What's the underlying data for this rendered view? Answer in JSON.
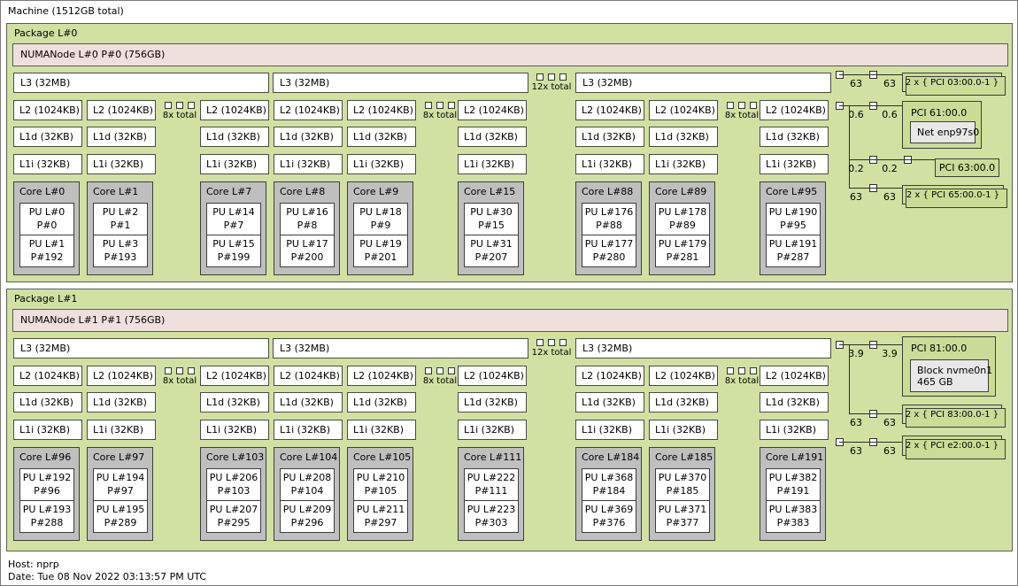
{
  "machine": {
    "label": "Machine (1512GB total)"
  },
  "footer": {
    "host": "Host: nprp",
    "date": "Date: Tue 08 Nov 2022 03:13:57 PM UTC"
  },
  "colors": {
    "package_fill": "#d1e1a2",
    "numa_fill": "#f0e0dd",
    "core_fill": "#bfbfbf",
    "cache_fill": "#ffffff",
    "pci_fill": "#cbdc97",
    "device_fill": "#e8e8e8"
  },
  "packages": [
    {
      "label": "Package L#0",
      "numa": "NUMANode L#0 P#0 (756GB)",
      "l3_label": "L3 (32MB)",
      "l3_more": "12x total",
      "l2_label": "L2 (1024KB)",
      "l1d_label": "L1d (32KB)",
      "l1i_label": "L1i (32KB)",
      "l2_more": "8x total",
      "columns": [
        {
          "core": "Core L#0",
          "pus": [
            {
              "l": "PU L#0",
              "p": "P#0"
            },
            {
              "l": "PU L#1",
              "p": "P#192"
            }
          ]
        },
        {
          "core": "Core L#1",
          "pus": [
            {
              "l": "PU L#2",
              "p": "P#1"
            },
            {
              "l": "PU L#3",
              "p": "P#193"
            }
          ]
        },
        {
          "core": "Core L#7",
          "pus": [
            {
              "l": "PU L#14",
              "p": "P#7"
            },
            {
              "l": "PU L#15",
              "p": "P#199"
            }
          ]
        },
        {
          "core": "Core L#8",
          "pus": [
            {
              "l": "PU L#16",
              "p": "P#8"
            },
            {
              "l": "PU L#17",
              "p": "P#200"
            }
          ]
        },
        {
          "core": "Core L#9",
          "pus": [
            {
              "l": "PU L#18",
              "p": "P#9"
            },
            {
              "l": "PU L#19",
              "p": "P#201"
            }
          ]
        },
        {
          "core": "Core L#15",
          "pus": [
            {
              "l": "PU L#30",
              "p": "P#15"
            },
            {
              "l": "PU L#31",
              "p": "P#207"
            }
          ]
        },
        {
          "core": "Core L#88",
          "pus": [
            {
              "l": "PU L#176",
              "p": "P#88"
            },
            {
              "l": "PU L#177",
              "p": "P#280"
            }
          ]
        },
        {
          "core": "Core L#89",
          "pus": [
            {
              "l": "PU L#178",
              "p": "P#89"
            },
            {
              "l": "PU L#179",
              "p": "P#281"
            }
          ]
        },
        {
          "core": "Core L#95",
          "pus": [
            {
              "l": "PU L#190",
              "p": "P#95"
            },
            {
              "l": "PU L#191",
              "p": "P#287"
            }
          ]
        }
      ],
      "pci": {
        "rows": [
          {
            "s1": "63",
            "s2": "63",
            "label": "2 x { PCI 03:00.0-1 }"
          },
          {
            "s1": "0.6",
            "s2": "0.6",
            "label": "PCI 61:00.0",
            "child": "Net enp97s0"
          },
          {
            "s1": "0.2",
            "s2": "0.2",
            "label": "PCI 63:00.0"
          },
          {
            "s1": "63",
            "s2": "63",
            "label": "2 x { PCI 65:00.0-1 }"
          }
        ]
      }
    },
    {
      "label": "Package L#1",
      "numa": "NUMANode L#1 P#1 (756GB)",
      "l3_label": "L3 (32MB)",
      "l3_more": "12x total",
      "l2_label": "L2 (1024KB)",
      "l1d_label": "L1d (32KB)",
      "l1i_label": "L1i (32KB)",
      "l2_more": "8x total",
      "columns": [
        {
          "core": "Core L#96",
          "pus": [
            {
              "l": "PU L#192",
              "p": "P#96"
            },
            {
              "l": "PU L#193",
              "p": "P#288"
            }
          ]
        },
        {
          "core": "Core L#97",
          "pus": [
            {
              "l": "PU L#194",
              "p": "P#97"
            },
            {
              "l": "PU L#195",
              "p": "P#289"
            }
          ]
        },
        {
          "core": "Core L#103",
          "pus": [
            {
              "l": "PU L#206",
              "p": "P#103"
            },
            {
              "l": "PU L#207",
              "p": "P#295"
            }
          ]
        },
        {
          "core": "Core L#104",
          "pus": [
            {
              "l": "PU L#208",
              "p": "P#104"
            },
            {
              "l": "PU L#209",
              "p": "P#296"
            }
          ]
        },
        {
          "core": "Core L#105",
          "pus": [
            {
              "l": "PU L#210",
              "p": "P#105"
            },
            {
              "l": "PU L#211",
              "p": "P#297"
            }
          ]
        },
        {
          "core": "Core L#111",
          "pus": [
            {
              "l": "PU L#222",
              "p": "P#111"
            },
            {
              "l": "PU L#223",
              "p": "P#303"
            }
          ]
        },
        {
          "core": "Core L#184",
          "pus": [
            {
              "l": "PU L#368",
              "p": "P#184"
            },
            {
              "l": "PU L#369",
              "p": "P#376"
            }
          ]
        },
        {
          "core": "Core L#185",
          "pus": [
            {
              "l": "PU L#370",
              "p": "P#185"
            },
            {
              "l": "PU L#371",
              "p": "P#377"
            }
          ]
        },
        {
          "core": "Core L#191",
          "pus": [
            {
              "l": "PU L#382",
              "p": "P#191"
            },
            {
              "l": "PU L#383",
              "p": "P#383"
            }
          ]
        }
      ],
      "pci": {
        "rows": [
          {
            "s1": "3.9",
            "s2": "3.9",
            "label": "PCI 81:00.0",
            "child_line1": "Block nvme0n1",
            "child_line2": "465 GB"
          },
          {
            "s1": "63",
            "s2": "63",
            "label": "2 x { PCI 83:00.0-1 }"
          },
          {
            "s1": "63",
            "s2": "63",
            "label": "2 x { PCI e2:00.0-1 }"
          }
        ]
      }
    }
  ]
}
